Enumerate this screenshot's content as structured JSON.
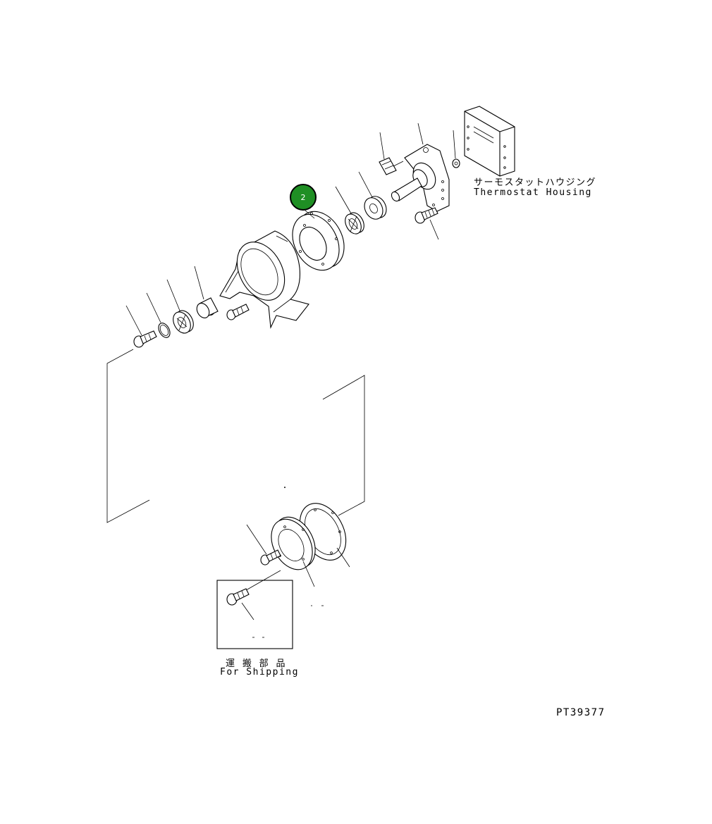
{
  "labels": {
    "thermostat_jp": "サーモスタットハウジング",
    "thermostat_en": "Thermostat Housing",
    "shipping_jp": "運 搬 部 品",
    "shipping_en": "For Shipping",
    "drawing_code": "PT39377"
  },
  "callouts": [
    {
      "number": "2",
      "color": "#1f8f24"
    }
  ]
}
